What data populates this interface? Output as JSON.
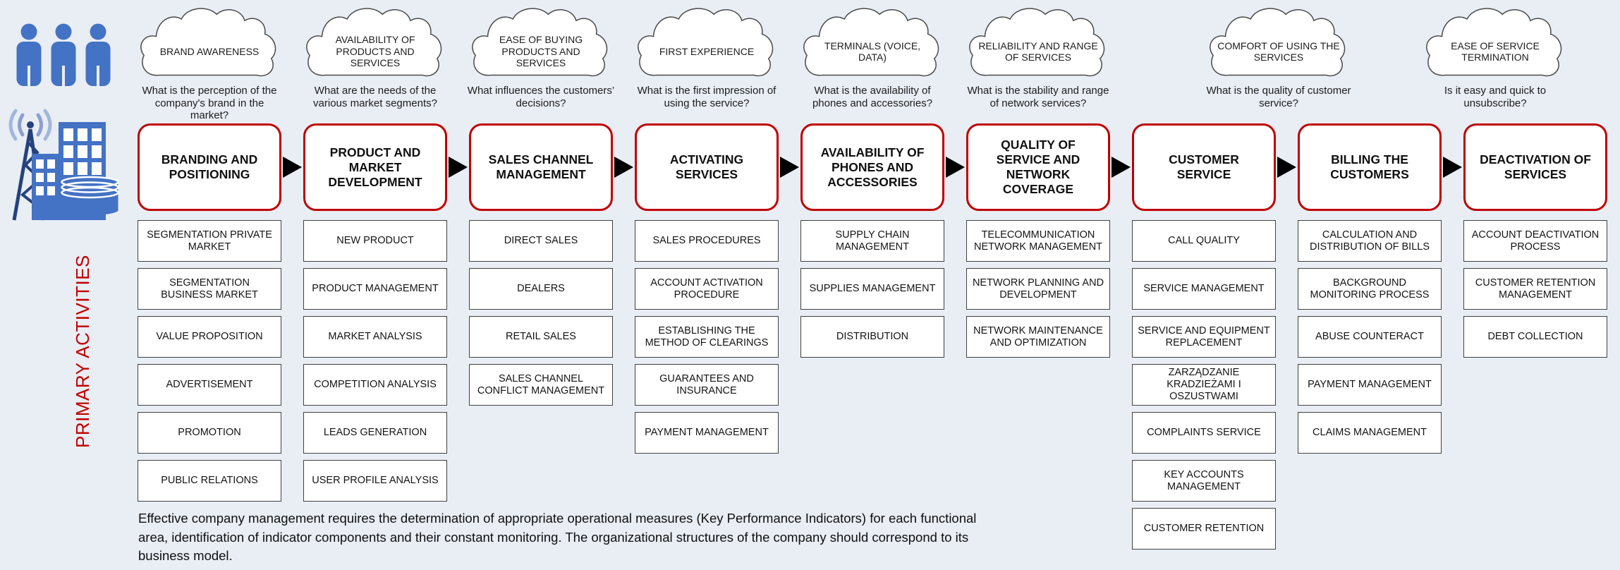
{
  "colors": {
    "background": "#e9eef5",
    "accent_red": "#c00000",
    "icon_blue": "#4472c4",
    "icon_blue_dark": "#24427c",
    "icon_blue_light": "#a3b6dd",
    "box_border": "#404040"
  },
  "left_sidebar": {
    "customers_icon": "three-people",
    "company_icon": "telecom-tower-buildings-database",
    "primary_activities_label": "PRIMARY ACTIVITIES"
  },
  "columns": [
    {
      "cloud": "BRAND AWARENESS",
      "question": "What is the perception of the company's brand in the market?",
      "process": "BRANDING AND POSITIONING",
      "activities": [
        "SEGMENTATION PRIVATE MARKET",
        "SEGMENTATION BUSINESS MARKET",
        "VALUE PROPOSITION",
        "ADVERTISEMENT",
        "PROMOTION",
        "PUBLIC RELATIONS"
      ]
    },
    {
      "cloud": "AVAILABILITY OF PRODUCTS AND SERVICES",
      "question": "What are the needs of the various market segments?",
      "process": "PRODUCT AND MARKET DEVELOPMENT",
      "activities": [
        "NEW PRODUCT",
        "PRODUCT MANAGEMENT",
        "MARKET ANALYSIS",
        "COMPETITION ANALYSIS",
        "LEADS GENERATION",
        "USER PROFILE ANALYSIS"
      ]
    },
    {
      "cloud": "EASE OF BUYING PRODUCTS AND SERVICES",
      "question": "What influences the customers’ decisions?",
      "process": "SALES CHANNEL MANAGEMENT",
      "activities": [
        "DIRECT SALES",
        "DEALERS",
        "RETAIL SALES",
        "SALES CHANNEL CONFLICT MANAGEMENT"
      ]
    },
    {
      "cloud": "FIRST EXPERIENCE",
      "question": "What is the first impression of using the service?",
      "process": "ACTIVATING SERVICES",
      "activities": [
        "SALES PROCEDURES",
        "ACCOUNT ACTIVATION PROCEDURE",
        "ESTABLISHING THE METHOD OF CLEARINGS",
        "GUARANTEES AND INSURANCE",
        "PAYMENT MANAGEMENT"
      ]
    },
    {
      "cloud": "TERMINALS (VOICE, DATA)",
      "question": "What is the availability of phones and accessories?",
      "process": "AVAILABILITY OF PHONES AND ACCESSORIES",
      "activities": [
        "SUPPLY CHAIN MANAGEMENT",
        "SUPPLIES MANAGEMENT",
        "DISTRIBUTION"
      ]
    },
    {
      "cloud": "RELIABILITY AND RANGE OF SERVICES",
      "question": "What is the stability and range of network services?",
      "process": "QUALITY OF SERVICE AND NETWORK COVERAGE",
      "activities": [
        "TELECOMMUNICATION NETWORK MANAGEMENT",
        "NETWORK PLANNING AND DEVELOPMENT",
        "NETWORK MAINTENANCE AND OPTIMIZATION"
      ]
    },
    {
      "cloud": "COMFORT OF USING THE SERVICES",
      "question": "What is the quality of customer service?",
      "process": "CUSTOMER SERVICE",
      "activities": [
        "CALL QUALITY",
        "SERVICE MANAGEMENT",
        "SERVICE AND EQUIPMENT REPLACEMENT",
        "ZARZĄDZANIE KRADZIEŻAMI I OSZUSTWAMI",
        "COMPLAINTS SERVICE",
        "KEY ACCOUNTS MANAGEMENT",
        "CUSTOMER RETENTION"
      ]
    },
    {
      "cloud": "",
      "question": "",
      "process": "BILLING THE CUSTOMERS",
      "activities": [
        "CALCULATION AND DISTRIBUTION OF BILLS",
        "BACKGROUND MONITORING PROCESS",
        "ABUSE COUNTERACT",
        "PAYMENT MANAGEMENT",
        "CLAIMS MANAGEMENT"
      ]
    },
    {
      "cloud": "EASE OF SERVICE TERMINATION",
      "question": "Is it easy and quick to unsubscribe?",
      "process": "DEACTIVATION OF SERVICES",
      "activities": [
        "ACCOUNT DEACTIVATION PROCESS",
        "CUSTOMER RETENTION MANAGEMENT",
        "DEBT COLLECTION"
      ]
    }
  ],
  "footer": {
    "lines": [
      "Effective company management requires the determination of appropriate operational measures (Key Performance Indicators) for each functional",
      "area, identification of indicator components and their constant monitoring. The organizational structures of the company should correspond to its",
      "business model."
    ]
  }
}
